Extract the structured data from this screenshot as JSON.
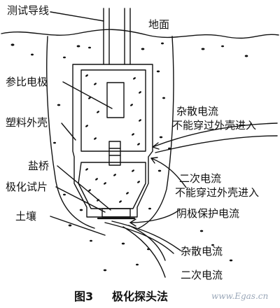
{
  "labels": {
    "test_lead": "测试导线",
    "ground": "地面",
    "reference_electrode": "参比电极",
    "plastic_shell": "塑料外壳",
    "stray_current_1": "杂散电流",
    "stray_blocked": "不能穿过外壳进入",
    "salt_bridge": "盐桥",
    "secondary_current_1": "二次电流",
    "secondary_blocked": "不能穿过外壳进入",
    "polarization_coupon": "极化试片",
    "soil": "土壤",
    "cathodic_protection_current": "阴极保护电流",
    "stray_current_2": "杂散电流",
    "secondary_current_2": "二次电流"
  },
  "caption": {
    "figure": "图3",
    "title": "极化探头法"
  },
  "watermark": "www.Egas.cn"
}
